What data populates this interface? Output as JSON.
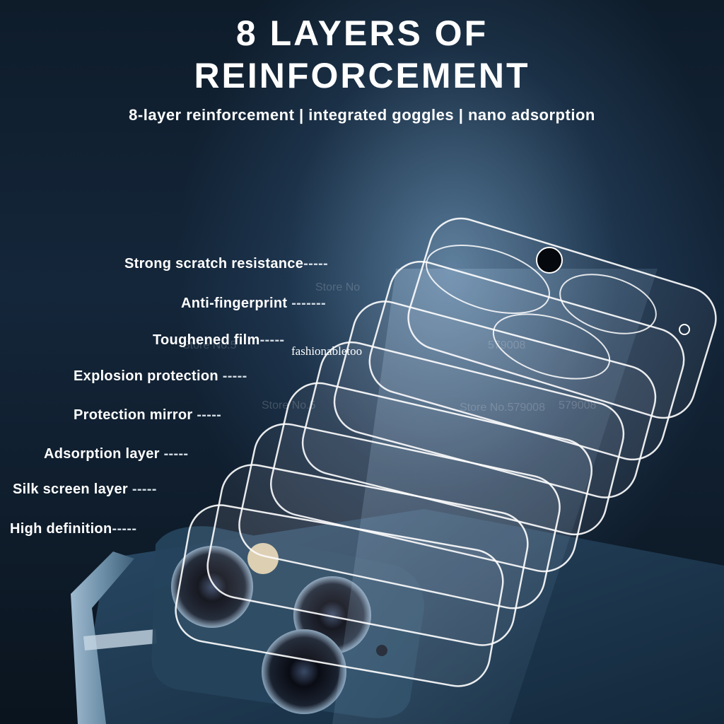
{
  "heading": {
    "line1": "8 LAYERS OF",
    "line2": "REINFORCEMENT",
    "subtitle": "8-layer reinforcement | integrated goggles | nano adsorption"
  },
  "layers": [
    {
      "label": "Strong scratch resistance",
      "dash": "-----"
    },
    {
      "label": "Anti-fingerprint",
      "dash": "-------"
    },
    {
      "label": "Toughened film",
      "dash": "-----"
    },
    {
      "label": "Explosion protection",
      "dash": "-----"
    },
    {
      "label": "Protection mirror",
      "dash": "-----"
    },
    {
      "label": "Adsorption layer",
      "dash": "-----"
    },
    {
      "label": "Silk screen layer",
      "dash": "-----"
    },
    {
      "label": "High definition",
      "dash": "-----"
    }
  ],
  "watermark": "fashionabletoo",
  "ghost_marks": [
    "Store No",
    "Store No.5",
    "579008",
    "Store No.5",
    "579008",
    "Store No.579008"
  ],
  "colors": {
    "background": "#0a1520",
    "text": "#ffffff",
    "phone_frame": "#6d8fa8"
  }
}
